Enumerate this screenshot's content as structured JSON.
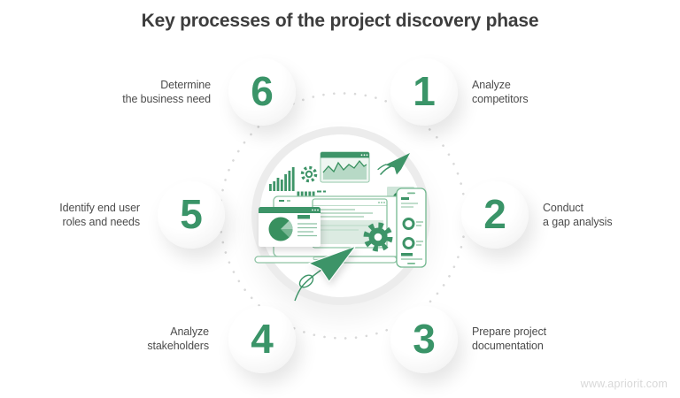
{
  "title": "Key processes of the project discovery phase",
  "watermark": "www.apriorit.com",
  "steps": [
    {
      "number": "1",
      "line1": "Analyze",
      "line2": "competitors"
    },
    {
      "number": "2",
      "line1": "Conduct",
      "line2": "a gap analysis"
    },
    {
      "number": "3",
      "line1": "Prepare project",
      "line2": "documentation"
    },
    {
      "number": "4",
      "line1": "Analyze",
      "line2": "stakeholders"
    },
    {
      "number": "5",
      "line1": "Identify end user",
      "line2": "roles and needs"
    },
    {
      "number": "6",
      "line1": "Determine",
      "line2": "the business need"
    }
  ],
  "colors": {
    "accent_green": "#3e9468",
    "dark_green": "#37905e",
    "light_green_fill": "#cfe5d9",
    "title_text": "#3d3d3d",
    "label_text": "#4c4c4c",
    "ring_gray": "#ececec",
    "dot_gray": "#d9d9d9",
    "watermark_gray": "#d8d8d8"
  },
  "illustration_icons": [
    "waterfall-chart",
    "gear-outline",
    "area-chart-window",
    "paper-plane",
    "donut-chart-tile",
    "laptop",
    "browser-window",
    "pie-chart-card",
    "smartphone",
    "gear-solid",
    "cursor-arrow"
  ]
}
